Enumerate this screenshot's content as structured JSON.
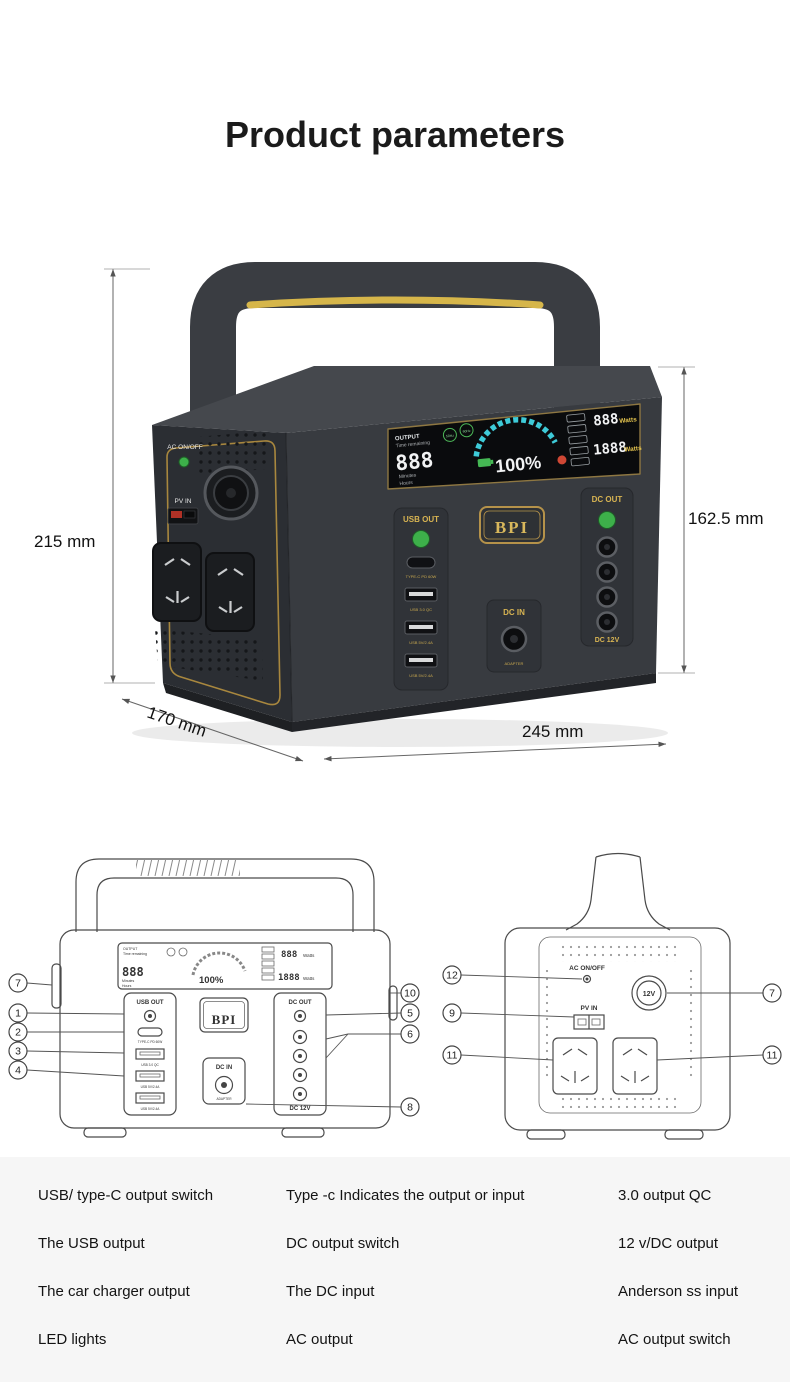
{
  "title": "Product parameters",
  "dimensions": {
    "height": "215 mm",
    "front_height": "162.5 mm",
    "depth": "170 mm",
    "width": "245 mm"
  },
  "brand": "BPI",
  "display": {
    "output": "OUTPUT",
    "time_remaining": "Time remaining",
    "digits": "888",
    "minutes": "Minutes",
    "hours": "Hours",
    "hz50": "50Hz",
    "hz60": "60Hz",
    "percent": "100%",
    "watts_top_value": "888",
    "watts_bottom_value": "1888",
    "watts_label": "Watts"
  },
  "panel": {
    "ac_onoff": "AC ON/OFF",
    "pv_in": "PV IN",
    "usb_out": "USB OUT",
    "type_c_label": "TYPE-C PD 60W",
    "usb_qc_label": "USB 3.0 QC",
    "usb_label": "USB 5V/2.4A",
    "dc_out": "DC OUT",
    "dc_12v": "DC 12V",
    "dc_in": "DC IN",
    "adapter": "ADAPTER",
    "v12": "12V"
  },
  "callouts": {
    "front_left": [
      "7",
      "1",
      "2",
      "3",
      "4"
    ],
    "front_right": [
      "10",
      "5",
      "6",
      "8"
    ],
    "back_left": [
      "12",
      "9",
      "11"
    ],
    "back_right": [
      "7",
      "11"
    ]
  },
  "features": {
    "rows": [
      [
        "USB/ type-C output switch",
        "Type -c Indicates the output or input",
        "3.0 output QC"
      ],
      [
        "The USB output",
        "DC output switch",
        "12 v/DC output"
      ],
      [
        "The car charger output",
        "The DC input",
        "Anderson ss input"
      ],
      [
        "LED lights",
        "AC output",
        "AC output switch"
      ]
    ]
  }
}
